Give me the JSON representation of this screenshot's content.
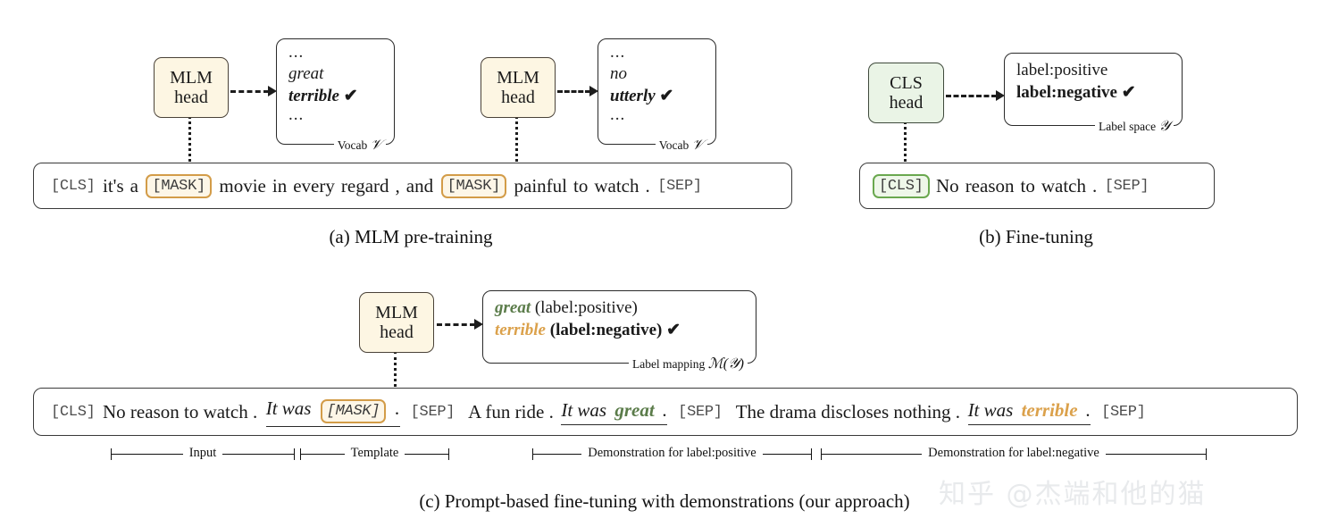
{
  "figure": {
    "watermark": "知乎 @杰端和他的猫"
  },
  "panel_a": {
    "caption": "(a) MLM pre-training",
    "head1": {
      "line1": "MLM",
      "line2": "head"
    },
    "head2": {
      "line1": "MLM",
      "line2": "head"
    },
    "vocab1": {
      "dots_top": "...",
      "item1": "great",
      "item2": "terrible",
      "check": "✔",
      "dots_bottom": "...",
      "caption": "Vocab",
      "symbol": "𝒱"
    },
    "vocab2": {
      "dots_top": "...",
      "item1": "no",
      "item2": "utterly",
      "check": "✔",
      "dots_bottom": "...",
      "caption": "Vocab",
      "symbol": "𝒱"
    },
    "sentence": {
      "cls": "[CLS]",
      "t1": "it's",
      "t2": "a",
      "mask1": "[MASK]",
      "t3": "movie",
      "t4": "in",
      "t5": "every",
      "t6": "regard",
      "t7": ",",
      "t8": "and",
      "mask2": "[MASK]",
      "t9": "painful",
      "t10": "to",
      "t11": "watch",
      "t12": ".",
      "sep": "[SEP]"
    }
  },
  "panel_b": {
    "caption": "(b) Fine-tuning",
    "head": {
      "line1": "CLS",
      "line2": "head"
    },
    "label_space": {
      "item1": "label:positive",
      "item2": "label:negative",
      "check": "✔",
      "caption": "Label space",
      "symbol": "𝒴"
    },
    "sentence": {
      "cls": "[CLS]",
      "t1": "No",
      "t2": "reason",
      "t3": "to",
      "t4": "watch",
      "t5": ".",
      "sep": "[SEP]"
    }
  },
  "panel_c": {
    "caption": "(c) Prompt-based fine-tuning with demonstrations (our approach)",
    "head": {
      "line1": "MLM",
      "line2": "head"
    },
    "label_mapping": {
      "row1_word": "great",
      "row1_label": "(label:positive)",
      "row2_word": "terrible",
      "row2_label": "(label:negative)",
      "check": "✔",
      "caption": "Label mapping",
      "symbol": "ℳ(𝒴)"
    },
    "sentence": {
      "cls": "[CLS]",
      "input_text": "No reason to watch .",
      "template_prefix": "It was",
      "mask": "[MASK]",
      "template_period": ".",
      "sep1": "[SEP]",
      "demo1_text": "A fun ride .",
      "demo1_tmpl_prefix": "It was",
      "demo1_word": "great",
      "demo1_period": ".",
      "sep2": "[SEP]",
      "demo2_text": "The drama discloses nothing .",
      "demo2_tmpl_prefix": "It was",
      "demo2_word": "terrible",
      "demo2_period": ".",
      "sep3": "[SEP]"
    },
    "brackets": {
      "b1": "Input",
      "b2": "Template",
      "b3": "Demonstration for label:positive",
      "b4": "Demonstration for label:negative"
    }
  },
  "colors": {
    "mlm_head_bg": "#fdf6e3",
    "cls_head_bg": "#eaf4e6",
    "mask_border": "#d39c48",
    "cls_border": "#6aa84f",
    "positive_green": "#5b7c4a",
    "negative_orange": "#dba14b"
  }
}
